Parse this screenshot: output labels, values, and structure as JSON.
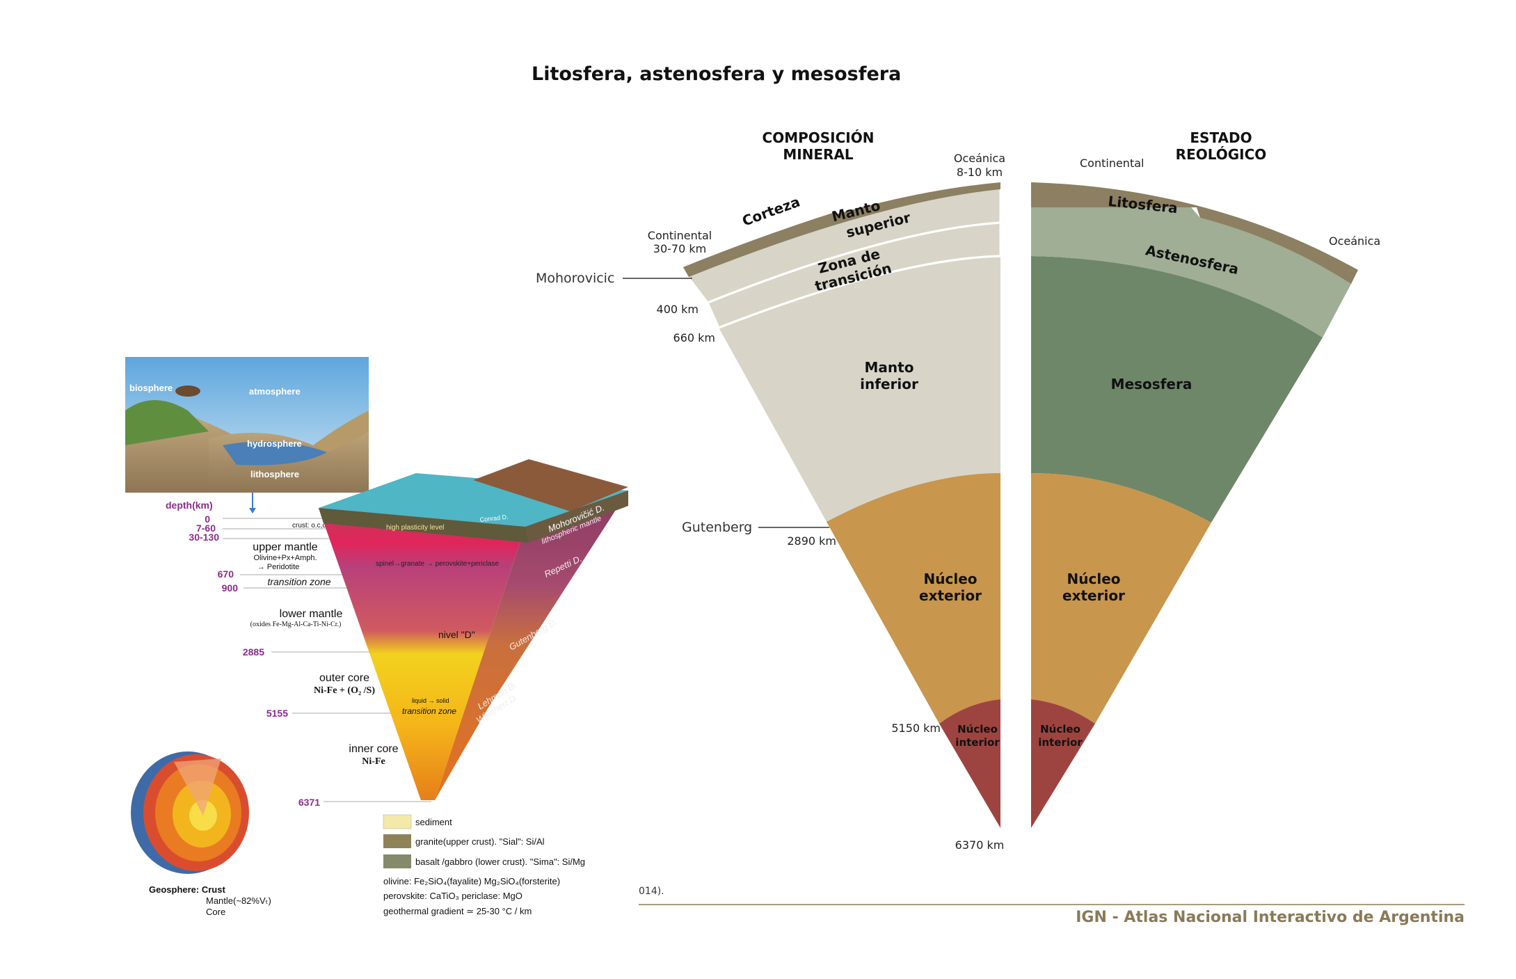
{
  "title": "Litosfera, astenosfera y mesosfera",
  "headers": {
    "composition": [
      "COMPOSICIÓN",
      "MINERAL"
    ],
    "rheology": [
      "ESTADO",
      "REOLÓGICO"
    ]
  },
  "labels": {
    "oceanic_left": [
      "Oceánica",
      "8-10 km"
    ],
    "continental_left": [
      "Continental",
      "30-70 km"
    ],
    "continental_right": "Continental",
    "oceanic_right": "Oceánica",
    "mohorovicic": "Mohorovicic",
    "gutenberg": "Gutenberg",
    "d400": "400 km",
    "d660": "660 km",
    "d2890": "2890 km",
    "d5150": "5150 km",
    "d6370": "6370 km"
  },
  "composition_layers": {
    "corteza": "Corteza",
    "manto_superior": [
      "Manto",
      "superior"
    ],
    "zona_transicion": [
      "Zona de",
      "transición"
    ],
    "manto_inferior": [
      "Manto",
      "inferior"
    ],
    "nucleo_exterior": [
      "Núcleo",
      "exterior"
    ],
    "nucleo_interior": [
      "Núcleo",
      "interior"
    ]
  },
  "rheology_layers": {
    "litosfera": "Litosfera",
    "astenosfera": "Astenosfera",
    "mesosfera": "Mesosfera",
    "nucleo_exterior": [
      "Núcleo",
      "exterior"
    ],
    "nucleo_interior": [
      "Núcleo",
      "interior"
    ]
  },
  "colors": {
    "crust": "#8c7f62",
    "mantle_light": "#d8d5c8",
    "outer_core": "#c8964c",
    "inner_core": "#9e4440",
    "asthenosphere": "#9fae94",
    "mesosphere": "#6e8769",
    "footer": "#8a7a58"
  },
  "illustration": {
    "top": {
      "biosphere": "biosphere",
      "atmosphere": "atmosphere",
      "hydrosphere": "hydrosphere",
      "lithosphere": "lithosphere"
    },
    "depth_title": "depth(km)",
    "depths": [
      "0",
      "7-60",
      "30-130",
      "670",
      "900",
      "2885",
      "5155",
      "6371"
    ],
    "crust_note": "crust: o.c,c.c.",
    "upper_mantle": "upper mantle",
    "upper_mantle_comp": [
      "Olivine+Px+Amph.",
      "→ Peridotite"
    ],
    "transition_zone": "transition zone",
    "lower_mantle": "lower mantle",
    "lower_mantle_comp": "(oxides Fe-Mg-Al-Ca-Ti-Ni-Cr.)",
    "outer_core": "outer core",
    "outer_core_comp": "Ni-Fe + (O₂ /S)",
    "inner_core": "inner core",
    "inner_core_comp": "Ni-Fe",
    "block_labels": {
      "high_plasticity": "high plasticity level",
      "spinel": "spinel→granate → perovskite+periclase",
      "nivel_d": "nivel \"D\"",
      "liquid": "liquid → solid",
      "trans_zone": "transition zone",
      "mohorovicic": "Mohorovičić D.",
      "lith_mantle": "lithospheric mantle",
      "repetti": "Repetti D.",
      "gutenberg": "Gutenberg D.",
      "lehman": "Lehman D.",
      "wiechert": "Wiechert D.",
      "conrad": "Conrad D."
    },
    "legend": {
      "sediment": "sediment",
      "granite": "granite(upper crust). \"Sial\": Si/Al",
      "basalt": "basalt /gabbro (lower crust). \"Sima\": Si/Mg"
    },
    "minerals": [
      "olivine: Fe₂SiO₄(fayalite)     Mg₂SiO₄(forsterite)",
      "perovskite: CaTiO₃   periclase:  MgO",
      "geothermal gradient ≃ 25-30 °C / km"
    ],
    "geosphere": [
      "Geosphere: Crust",
      "Mantle(~82%Vₜ)",
      "Core"
    ]
  },
  "source_fragment": "014).",
  "footer": "IGN - Atlas Nacional Interactivo de Argentina"
}
